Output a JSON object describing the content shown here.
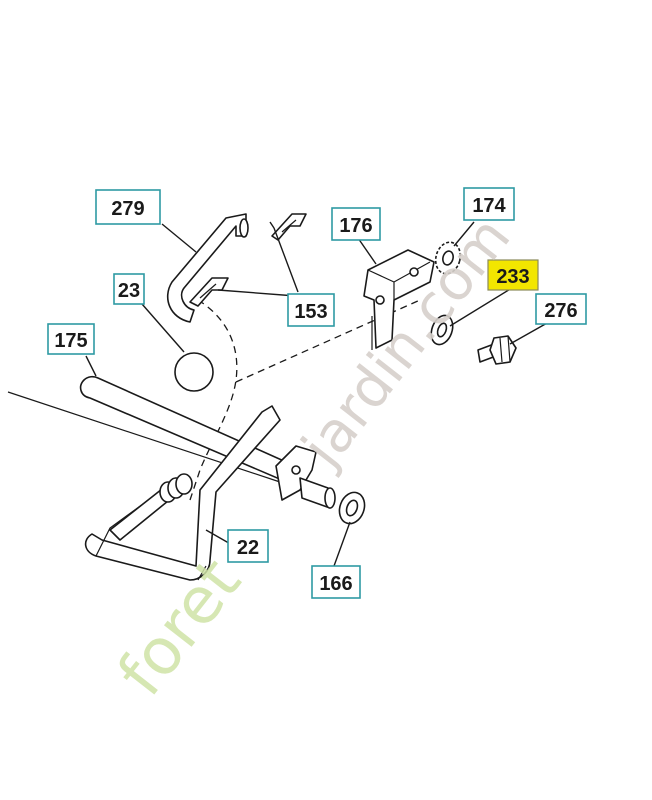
{
  "labels": {
    "p279": "279",
    "p23": "23",
    "p175": "175",
    "p153": "153",
    "p176": "176",
    "p174": "174",
    "p233": "233",
    "p276": "276",
    "p22": "22",
    "p166": "166"
  },
  "watermark": {
    "green_part": "foret",
    "grey_part": "jardin.com"
  },
  "colors": {
    "label_border": "#2e9aa3",
    "highlight_fill": "#f2e600",
    "line": "#1a1a1a"
  }
}
